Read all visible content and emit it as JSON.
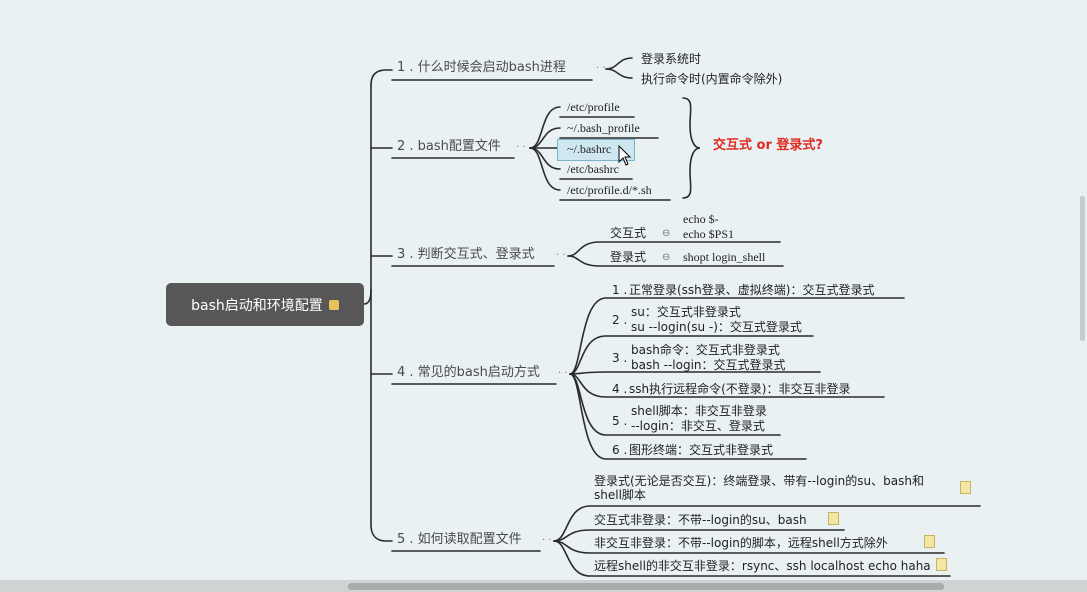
{
  "root": {
    "label": "bash启动和环境配置"
  },
  "branches": [
    {
      "label": "1 . 什么时候会启动bash进程",
      "children": [
        "登录系统时",
        "执行命令时(内置命令除外)"
      ]
    },
    {
      "label": "2 . bash配置文件",
      "children": [
        "/etc/profile",
        "~/.bash_profile",
        "~/.bashrc",
        "/etc/bashrc",
        "/etc/profile.d/*.sh"
      ],
      "note": "交互式 or 登录式?"
    },
    {
      "label": "3 . 判断交互式、登录式",
      "children": [
        {
          "label": "交互式",
          "detail": [
            "echo $-",
            "echo $PS1"
          ]
        },
        {
          "label": "登录式",
          "detail": [
            "shopt login_shell"
          ]
        }
      ]
    },
    {
      "label": "4 . 常见的bash启动方式",
      "children": [
        {
          "num": "1 .",
          "lines": [
            "正常登录(ssh登录、虚拟终端)：交互式登录式"
          ]
        },
        {
          "num": "2 .",
          "lines": [
            "su：交互式非登录式",
            "su --login(su -)：交互式登录式"
          ]
        },
        {
          "num": "3 .",
          "lines": [
            "bash命令：交互式非登录式",
            "bash --login：交互式登录式"
          ]
        },
        {
          "num": "4 .",
          "lines": [
            "ssh执行远程命令(不登录)：非交互非登录"
          ]
        },
        {
          "num": "5 .",
          "lines": [
            "shell脚本：非交互非登录",
            "--login：非交互、登录式"
          ]
        },
        {
          "num": "6 .",
          "lines": [
            "图形终端：交互式非登录式"
          ]
        }
      ]
    },
    {
      "label": "5 . 如何读取配置文件",
      "children": [
        {
          "lines": [
            "登录式(无论是否交互)：终端登录、带有--login的su、bash和",
            "shell脚本"
          ]
        },
        {
          "lines": [
            "交互式非登录：不带--login的su、bash"
          ]
        },
        {
          "lines": [
            "非交互非登录：不带--login的脚本，远程shell方式除外"
          ]
        },
        {
          "lines": [
            "远程shell的非交互非登录：rsync、ssh localhost echo haha"
          ]
        }
      ]
    }
  ],
  "colors": {
    "root_bg": "#575757",
    "line": "#2b2b2b",
    "accent_red": "#e02a1e",
    "background": "#e9f1f3"
  },
  "icons": [
    "note-icon",
    "cursor-icon",
    "root-marker-icon"
  ]
}
